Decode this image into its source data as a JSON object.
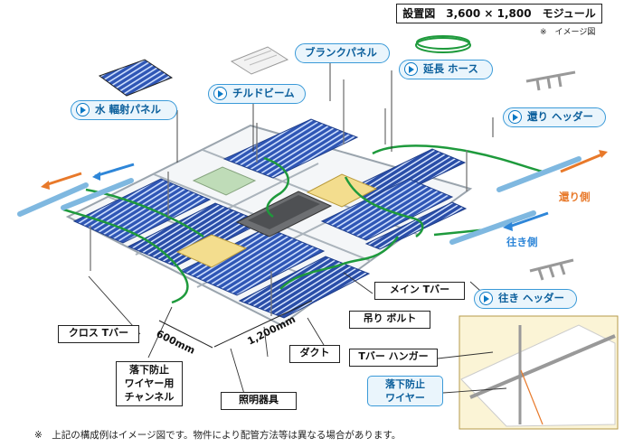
{
  "header": {
    "title": "設置図　3,600 × 1,800　モジュール",
    "image_note": "※　イメージ図"
  },
  "footnote": "※　上記の構成例はイメージ図です。物件により配管方法等は異なる場合があります。",
  "callouts_blue": {
    "water_radiant_panel": "水 輻射パネル",
    "chilled_beam": "チルドビーム",
    "blank_panel": "ブランクパネル",
    "extension_hose": "延長 ホース",
    "return_header": "還り ヘッダー",
    "supply_header": "往き ヘッダー",
    "fall_prevention_wire": [
      "落下防止",
      "ワイヤー"
    ]
  },
  "callouts_plain": {
    "main_t_bar": "メイン Tバー",
    "hanging_bolt": "吊り ボルト",
    "cross_t_bar": "クロス Tバー",
    "duct": "ダクト",
    "t_bar_hanger": "Tバー ハンガー",
    "lighting_fixture": "照明器具",
    "fall_prevention_channel": [
      "落下防止",
      "ワイヤー用",
      "チャンネル"
    ]
  },
  "flow_labels": {
    "return_side": "還り側",
    "supply_side": "往き側"
  },
  "dimensions": {
    "short": "600mm",
    "long": "1,200mm"
  },
  "colors": {
    "callout_border": "#3a9ad8",
    "callout_fill": "#eaf5fc",
    "callout_text": "#0b5f9c",
    "panel_blue": "#2f56b5",
    "hose_green": "#1e9a3c",
    "return_orange": "#e8792a",
    "supply_blue": "#2e86d8",
    "light_fixture_yellow": "#f3dd8e",
    "blank_panel_green": "#bfdcb8",
    "t_bar_grey": "#c8cdd2"
  }
}
